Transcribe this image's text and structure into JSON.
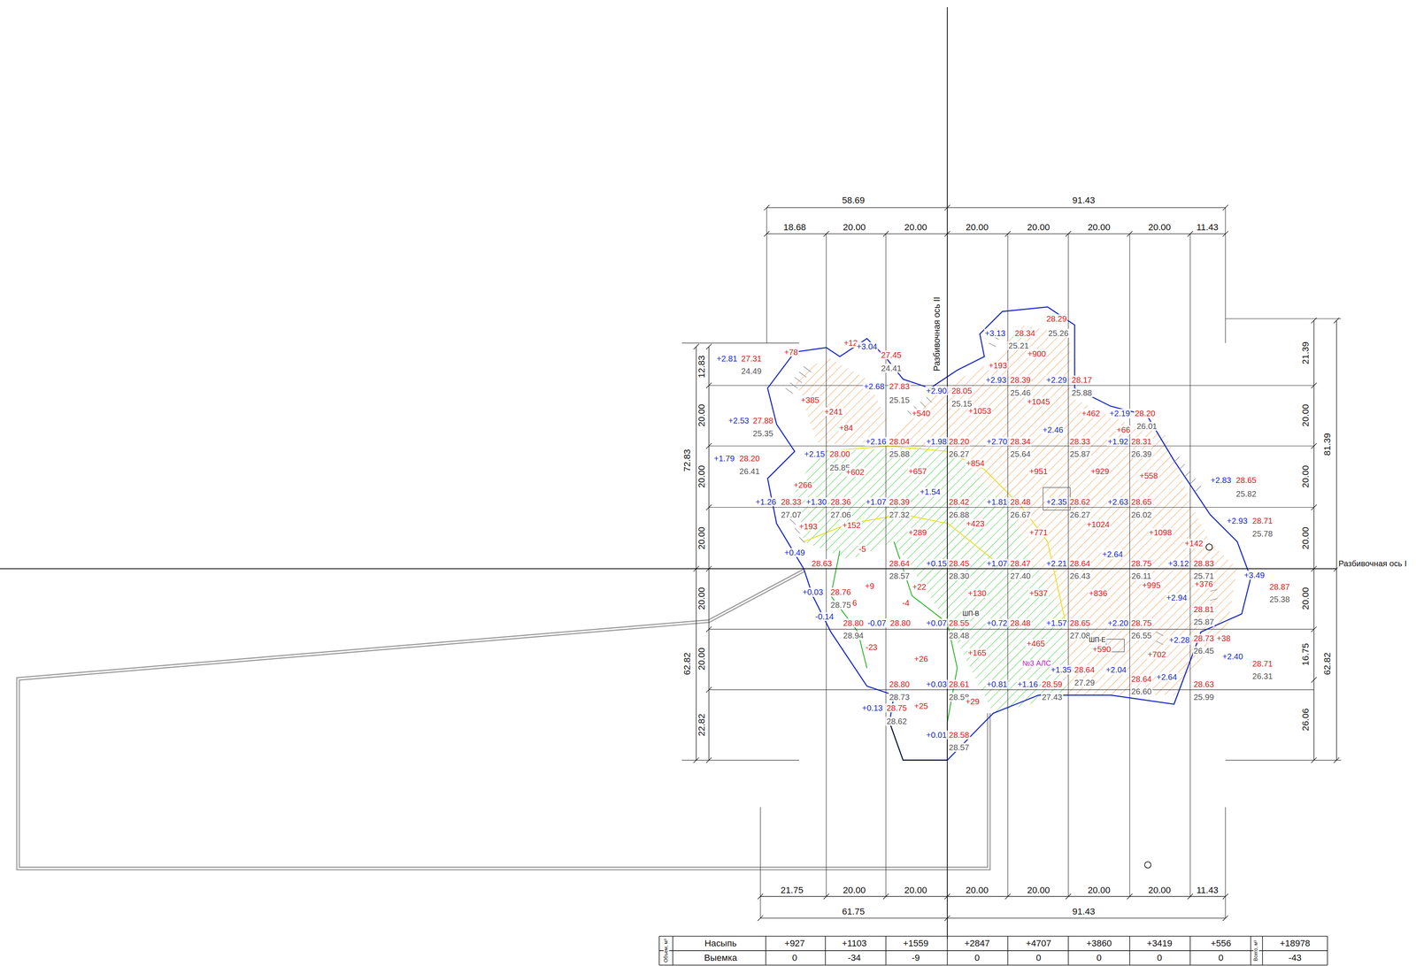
{
  "diagram": {
    "labels": [
      "58.69",
      "91.43",
      "18.68",
      "20.00",
      "20.00",
      "20.00",
      "20.00",
      "20.00",
      "20.00",
      "11.43",
      "21.75",
      "20.00",
      "20.00",
      "20.00",
      "20.00",
      "20.00",
      "20.00",
      "11.43",
      "61.75",
      "91.43",
      "72.83",
      "12.83",
      "20.00",
      "20.00",
      "20.00",
      "62.82",
      "20.00",
      "20.00",
      "22.82",
      "81.39",
      "21.39",
      "20.00",
      "20.00",
      "20.00",
      "62.82",
      "20.00",
      "16.75",
      "26.06",
      "Разбивочная ось II",
      "Разбивочная ось I",
      "Объем, м³",
      "Насыпь",
      "+927",
      "+1103",
      "+1559",
      "+2847",
      "+4707",
      "+3860",
      "+3419",
      "+556",
      "+18978",
      "Выемка",
      "0",
      "-34",
      "-9",
      "0",
      "0",
      "0",
      "0",
      "0",
      "-43",
      "Всего, м³",
      "+2.81",
      "27.31",
      "24.49",
      "+78",
      "+12",
      "+3.04",
      "27.45",
      "24.41",
      "+385",
      "+241",
      "+2.53",
      "27.88",
      "25.35",
      "+84",
      "+540",
      "+1053",
      "+1045",
      "+900",
      "+3.13",
      "28.29",
      "28.34",
      "25.21",
      "25.26",
      "+193",
      "+2.68",
      "27.83",
      "25.15",
      "+2.90",
      "28.05",
      "25.15",
      "+2.93",
      "28.39",
      "25.46",
      "+2.29",
      "28.17",
      "25.88",
      "+462",
      "+2.19",
      "28.20",
      "26.01",
      "+66",
      "+2.15",
      "28.00",
      "25.85",
      "+2.16",
      "28.04",
      "25.88",
      "+1.98",
      "28.20",
      "26.27",
      "+2.70",
      "28.34",
      "25.64",
      "+2.46",
      "28.33",
      "25.87",
      "+1.92",
      "28.31",
      "26.39",
      "+1.79",
      "28.20",
      "26.41",
      "+266",
      "+602",
      "+657",
      "+854",
      "+951",
      "+929",
      "+558",
      "+1.54",
      "+2.83",
      "28.65",
      "25.82",
      "+1.26",
      "28.33",
      "27.07",
      "+1.30",
      "28.36",
      "27.06",
      "+1.07",
      "28.39",
      "27.32",
      "28.42",
      "26.88",
      "+1.81",
      "28.48",
      "26.67",
      "+2.35",
      "28.62",
      "26.27",
      "+2.63",
      "28.65",
      "26.02",
      "+193",
      "+152",
      "+289",
      "+423",
      "+771",
      "+1024",
      "+1098",
      "+142",
      "+2.93",
      "28.71",
      "25.78",
      "+0.49",
      "28.63",
      "28.64",
      "28.57",
      "+0.15",
      "28.45",
      "28.30",
      "+1.07",
      "28.47",
      "27.40",
      "+2.21",
      "28.64",
      "26.43",
      "+2.64",
      "28.75",
      "26.11",
      "+3.12",
      "28.83",
      "25.71",
      "+3.49",
      "28.87",
      "25.38",
      "-5",
      "+9",
      "+22",
      "-6",
      "-4",
      "+130",
      "+537",
      "+836",
      "+995",
      "+376",
      "+2.94",
      "+0.03",
      "28.76",
      "28.75",
      "-0.14",
      "28.80",
      "-0.07",
      "28.80",
      "+0.07",
      "28.55",
      "28.48",
      "+0.72",
      "28.48",
      "+1.57",
      "28.65",
      "27.08",
      "+2.20",
      "28.75",
      "26.55",
      "28.81",
      "25.87",
      "28.94",
      "-23",
      "+26",
      "+165",
      "+465",
      "+590",
      "+702",
      "+38",
      "+2.28",
      "28.73",
      "26.45",
      "+2.40",
      "28.71",
      "26.31",
      "28.80",
      "28.73",
      "+0.03",
      "28.61",
      "28.58",
      "+0.81",
      "+1.16",
      "28.59",
      "27.43",
      "+1.35",
      "28.64",
      "27.29",
      "+2.04",
      "28.64",
      "26.60",
      "+2.64",
      "28.63",
      "25.99",
      "+0.13",
      "28.75",
      "28.62",
      "+25",
      "+29",
      "+0.01",
      "28.58",
      "28.57",
      "ШП-В",
      "ШП-Е",
      "№3 АЛС"
    ]
  }
}
